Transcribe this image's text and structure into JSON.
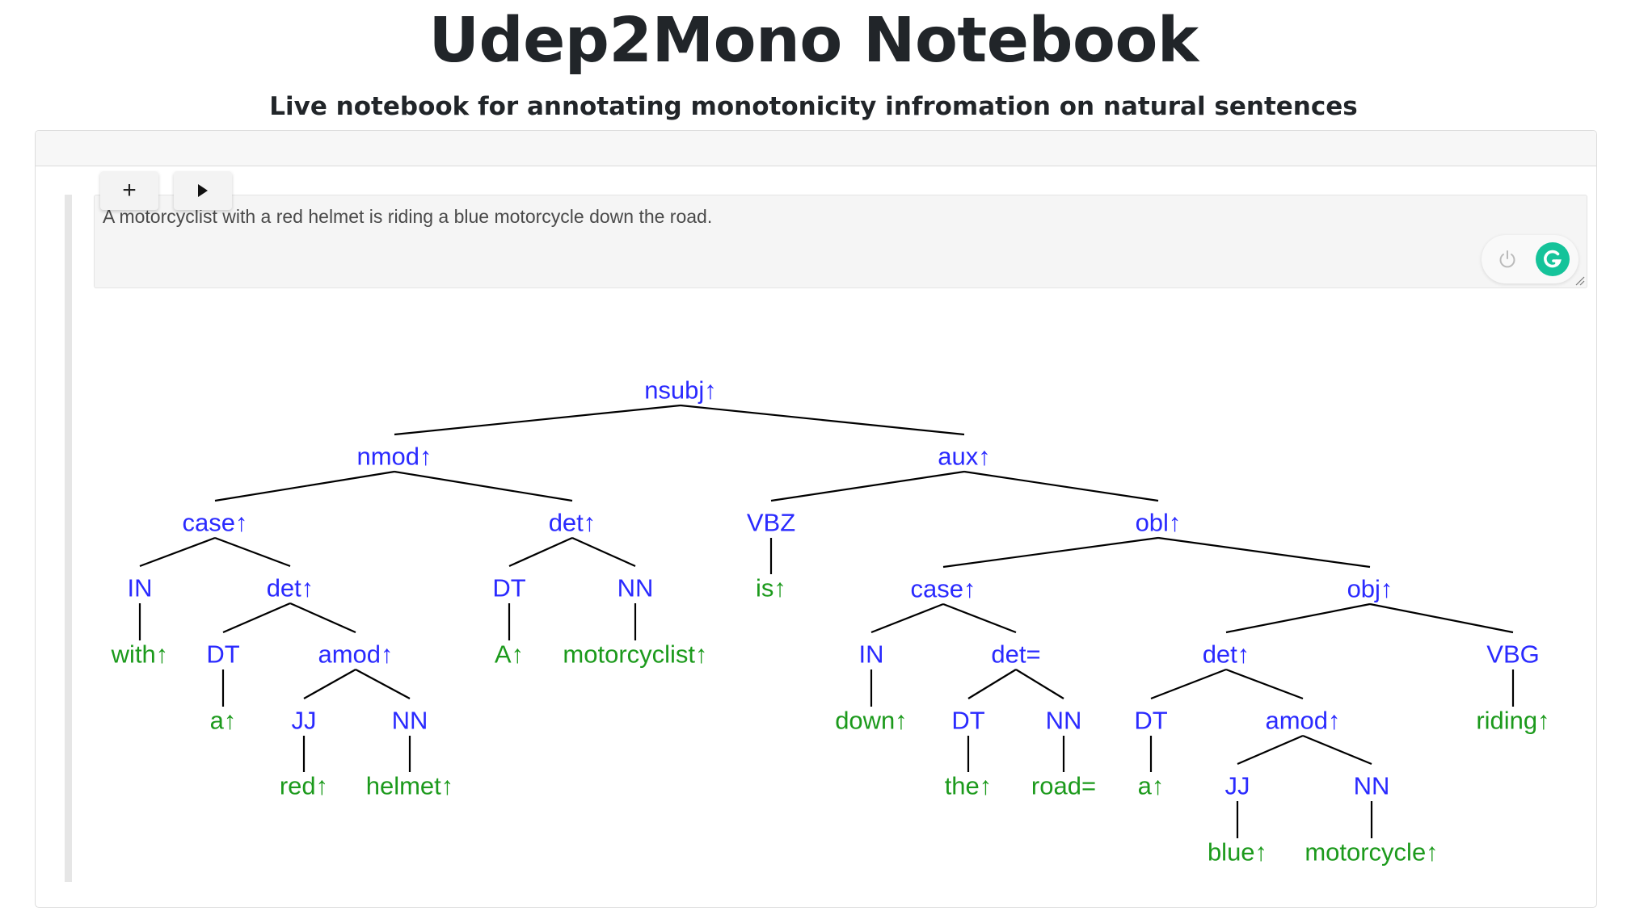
{
  "header": {
    "title": "Udep2Mono Notebook",
    "subtitle": "Live notebook for annotating monotonicity infromation on natural sentences"
  },
  "cell": {
    "input_text": "A motorcyclist with a red helmet is riding a blue motorcycle down the road."
  },
  "toolbar": {
    "add_label": "+",
    "run_icon": "play-icon"
  },
  "tree": {
    "colors": {
      "node": "#2a2aff",
      "leaf": "#1c9a1c",
      "edge": "#000000"
    },
    "nodes": {
      "root": "nsubj↑",
      "nmod": "nmod↑",
      "aux": "aux↑",
      "case1": "case↑",
      "det1": "det↑",
      "vbz": "VBZ",
      "obl": "obl↑",
      "in1": "IN",
      "det2": "det↑",
      "dt1": "DT",
      "nn1": "NN",
      "is": "is↑",
      "case2": "case↑",
      "obj": "obj↑",
      "with": "with↑",
      "dt2": "DT",
      "amod1": "amod↑",
      "a_cap": "A↑",
      "motorcyclist": "motorcyclist↑",
      "in2": "IN",
      "det3": "det=",
      "det4": "det↑",
      "vbg": "VBG",
      "a1": "a↑",
      "jj1": "JJ",
      "nn2": "NN",
      "down": "down↑",
      "dt3": "DT",
      "nn3": "NN",
      "dt4": "DT",
      "amod2": "amod↑",
      "riding": "riding↑",
      "red": "red↑",
      "helmet": "helmet↑",
      "the": "the↑",
      "road": "road=",
      "a2": "a↑",
      "jj2": "JJ",
      "nn4": "NN",
      "blue": "blue↑",
      "motorcycle": "motorcycle↑"
    }
  }
}
